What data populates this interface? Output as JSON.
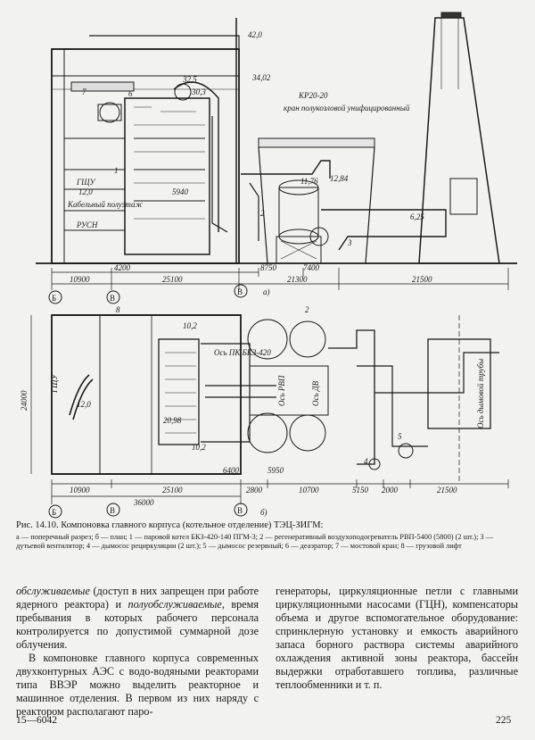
{
  "drawing_a": {
    "elevations": [
      "42,0",
      "34,02",
      "32,5",
      "30,3",
      "12,84",
      "11,76",
      "6,25",
      "12,0"
    ],
    "crane_title": "КР20-20",
    "crane_desc": "кран полукозловой унифицированный",
    "room_labels": [
      "ГЩУ",
      "Кабельный полуэтаж",
      "РУСН"
    ],
    "dim_inner": "5940",
    "part_marks": [
      "7",
      "6",
      "1",
      "2",
      "3"
    ],
    "dims_row1": [
      "4200",
      "8750",
      "7400"
    ],
    "dims_row2": [
      "10900",
      "25100",
      "21300",
      "21500"
    ],
    "axes": [
      "Б",
      "В",
      "В"
    ],
    "fig_letter": "а)"
  },
  "drawing_b": {
    "elevations": [
      "12,0",
      "10,2",
      "20,98",
      "10,2"
    ],
    "room_label": "ГЩУ",
    "boiler_axis": "Ось ПК БКЗ-420",
    "rvp_axis": "Ось РВП",
    "fan_axis": "Ось ДВ",
    "chimney_axis": "Ось дымовой трубы",
    "dim_height": "24000",
    "part_marks": [
      "8",
      "2",
      "4",
      "5"
    ],
    "dims_inner": [
      "6400",
      "5950"
    ],
    "dims_row1": [
      "10900",
      "25100",
      "2800",
      "10700",
      "5150",
      "2000",
      "21500"
    ],
    "dim_total": "36000",
    "axes": [
      "Б",
      "В",
      "В"
    ],
    "fig_letter": "б)"
  },
  "caption": {
    "title": "Рис. 14.10. Компоновка главного корпуса (котельное отделение) ТЭЦ-ЗИГМ:",
    "legend": "а — поперечный разрез; б — план; 1 — паровой котел БКЗ-420-140 ПГМ-3; 2 — регенеративный воздухоподогреватель РВП-5400 (5800) (2 шт.); 3 — дутьевой вентилятор; 4 — дымосос рециркуляции (2 шт.); 5 — дымосос резервный; 6 — деаэратор; 7 — мостовой кран; 8 — грузовой лифт"
  },
  "text_left": {
    "p1_em1": "обслуживаемые",
    "p1_a": " (доступ в них запрещен при работе ядерного реактора) и ",
    "p1_em2": "полуобслуживаемые",
    "p1_b": ", время пребывания в которых рабочего персонала контролируется по допустимой суммарной дозе облучения.",
    "p2": "В компоновке главного корпуса современных двухконтурных АЭС с водо-водяными реакторами типа ВВЭР можно выделить реакторное и машинное отделения. В первом из них наряду с реактором располагают паро-"
  },
  "text_right": {
    "p1": "генераторы, циркуляционные петли с главными циркуляционными насосами (ГЦН), компенсаторы объема и другое вспомогательное оборудование: спринклерную установку и емкость аварийного запаса борного раствора системы аварийного охлаждения активной зоны реактора, бассейн выдержки отработавшего топлива, различные теплообменники и т. п."
  },
  "footer": {
    "signature": "15—6042",
    "page_number": "225"
  }
}
